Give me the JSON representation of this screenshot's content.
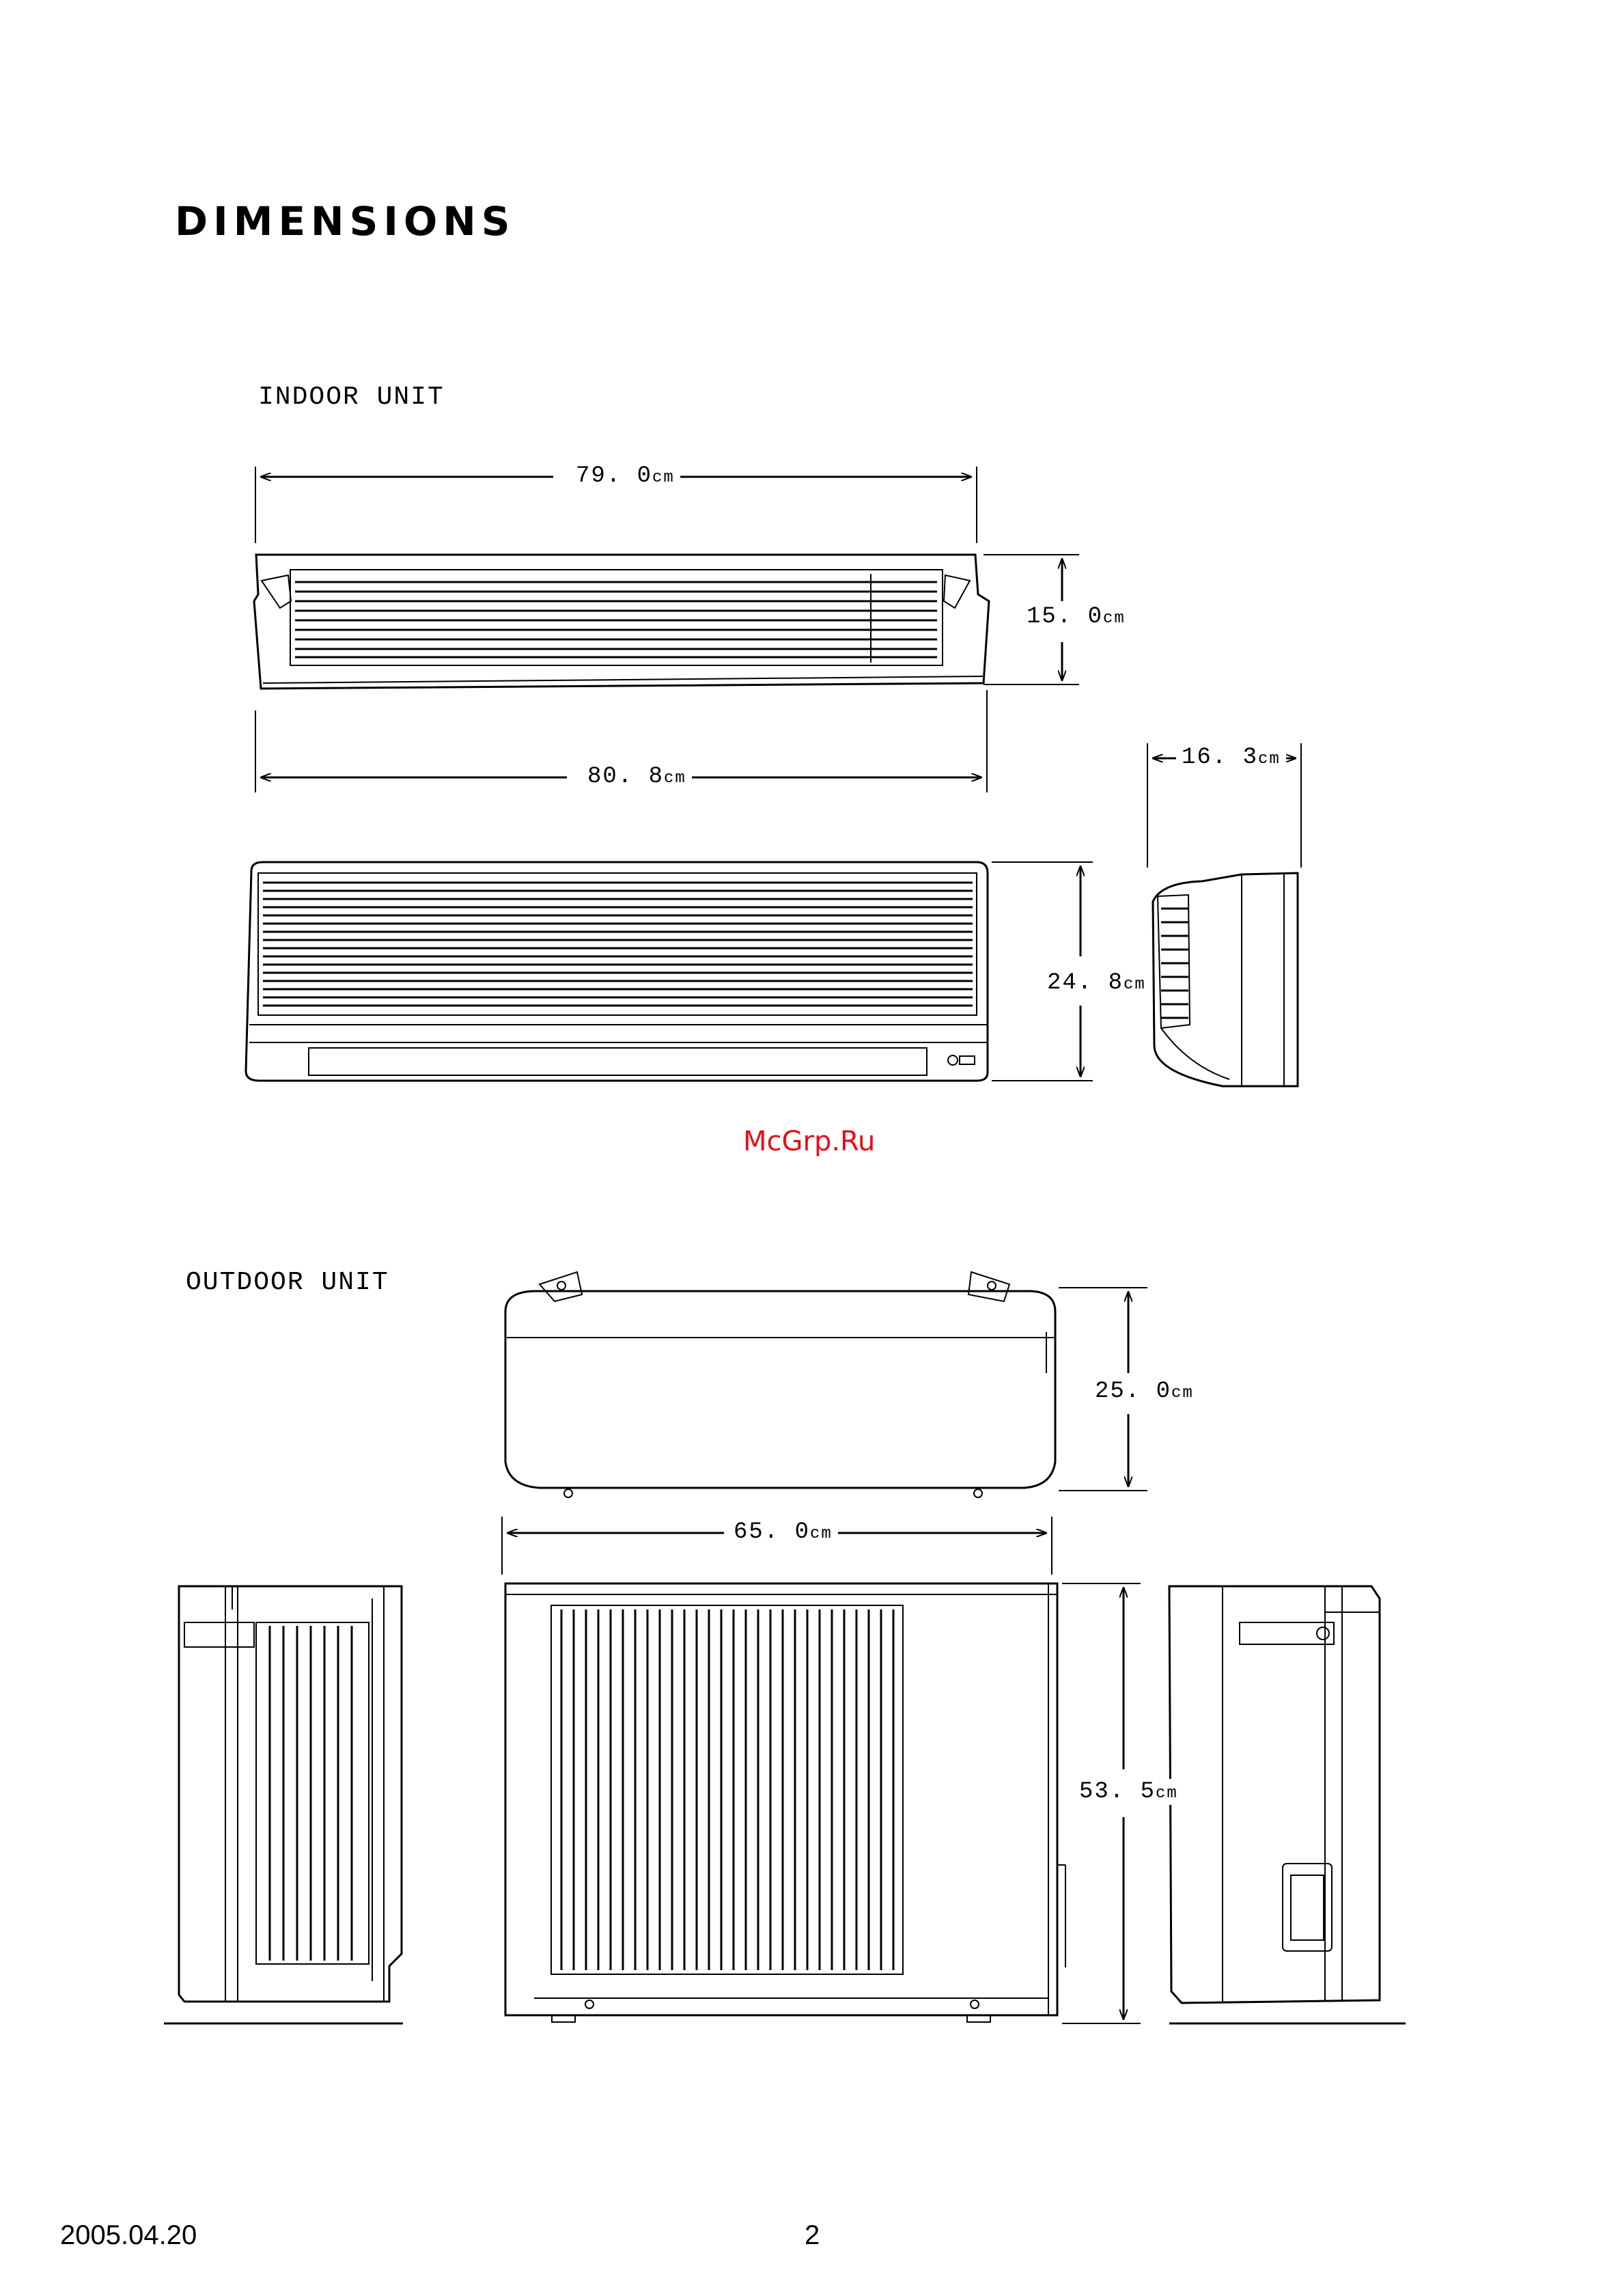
{
  "page": {
    "title": "DIMENSIONS",
    "watermark": "McGrp.Ru",
    "footer_date": "2005.04.20",
    "page_number": "2"
  },
  "indoor": {
    "label": "INDOOR UNIT",
    "dims": {
      "top_width": {
        "value": "79. 0",
        "unit": "cm"
      },
      "top_depth": {
        "value": "15. 0",
        "unit": "cm"
      },
      "front_width": {
        "value": "80. 8",
        "unit": "cm"
      },
      "side_depth": {
        "value": "16. 3",
        "unit": "cm"
      },
      "height": {
        "value": "24. 8",
        "unit": "cm"
      }
    }
  },
  "outdoor": {
    "label": "OUTDOOR UNIT",
    "dims": {
      "top_depth": {
        "value": "25. 0",
        "unit": "cm"
      },
      "width": {
        "value": "65. 0",
        "unit": "cm"
      },
      "height": {
        "value": "53. 5",
        "unit": "cm"
      }
    }
  }
}
